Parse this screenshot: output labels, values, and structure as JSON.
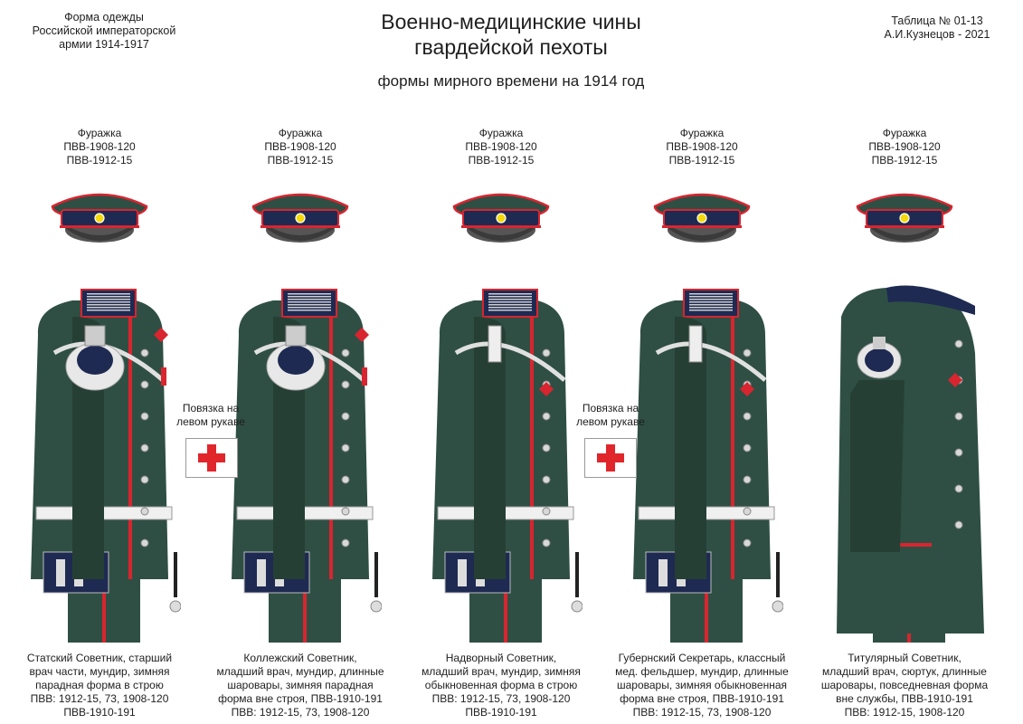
{
  "header": {
    "left_lines": [
      "Форма одежды",
      "Российской императорской",
      "армии  1914-1917"
    ],
    "title_lines": [
      "Военно-медицинские чины",
      "гвардейской пехоты"
    ],
    "subtitle": "формы мирного времени на 1914 год",
    "right_lines": [
      "Таблица №  01-13",
      "А.И.Кузнецов - 2021"
    ]
  },
  "armband": {
    "label_lines": [
      "Повязка на",
      "левом рукаве"
    ]
  },
  "figures": [
    {
      "cap_lines": [
        "Фуражка",
        "ПВВ-1908-120",
        "ПВВ-1912-15"
      ],
      "caption_lines": [
        "Статский Советник, старший",
        "врач части, мундир, зимняя",
        "парадная форма в строю",
        "ПВВ: 1912-15, 73, 1908-120",
        "ПВВ-1910-191"
      ]
    },
    {
      "cap_lines": [
        "Фуражка",
        "ПВВ-1908-120",
        "ПВВ-1912-15"
      ],
      "caption_lines": [
        "Коллежский Советник,",
        "младший врач, мундир, длинные",
        "шаровары, зимняя парадная",
        "форма вне строя, ПВВ-1910-191",
        "ПВВ: 1912-15, 73, 1908-120"
      ]
    },
    {
      "cap_lines": [
        "Фуражка",
        "ПВВ-1908-120",
        "ПВВ-1912-15"
      ],
      "caption_lines": [
        "Надворный Советник,",
        "младший врач, мундир, зимняя",
        "обыкновенная форма в строю",
        "ПВВ: 1912-15, 73, 1908-120",
        "ПВВ-1910-191"
      ]
    },
    {
      "cap_lines": [
        "Фуражка",
        "ПВВ-1908-120",
        "ПВВ-1912-15"
      ],
      "caption_lines": [
        "Губернский Секретарь, классный",
        "мед. фельдшер,  мундир, длинные",
        "шаровары, зимняя обыкновенная",
        "форма вне строя,   ПВВ-1910-191",
        "ПВВ: 1912-15, 73, 1908-120"
      ]
    },
    {
      "cap_lines": [
        "Фуражка",
        "ПВВ-1908-120",
        "ПВВ-1912-15"
      ],
      "caption_lines": [
        "Титулярный Советник,",
        "младший врач, сюртук, длинные",
        "шаровары, повседневная форма",
        "вне службы, ПВВ-1910-191",
        "ПВВ: 1912-15, 1908-120"
      ]
    }
  ],
  "colors": {
    "uniform_green": "#2f4f44",
    "collar_blue": "#1e2a52",
    "piping_red": "#d8252f",
    "cross_red": "#e0262b"
  }
}
